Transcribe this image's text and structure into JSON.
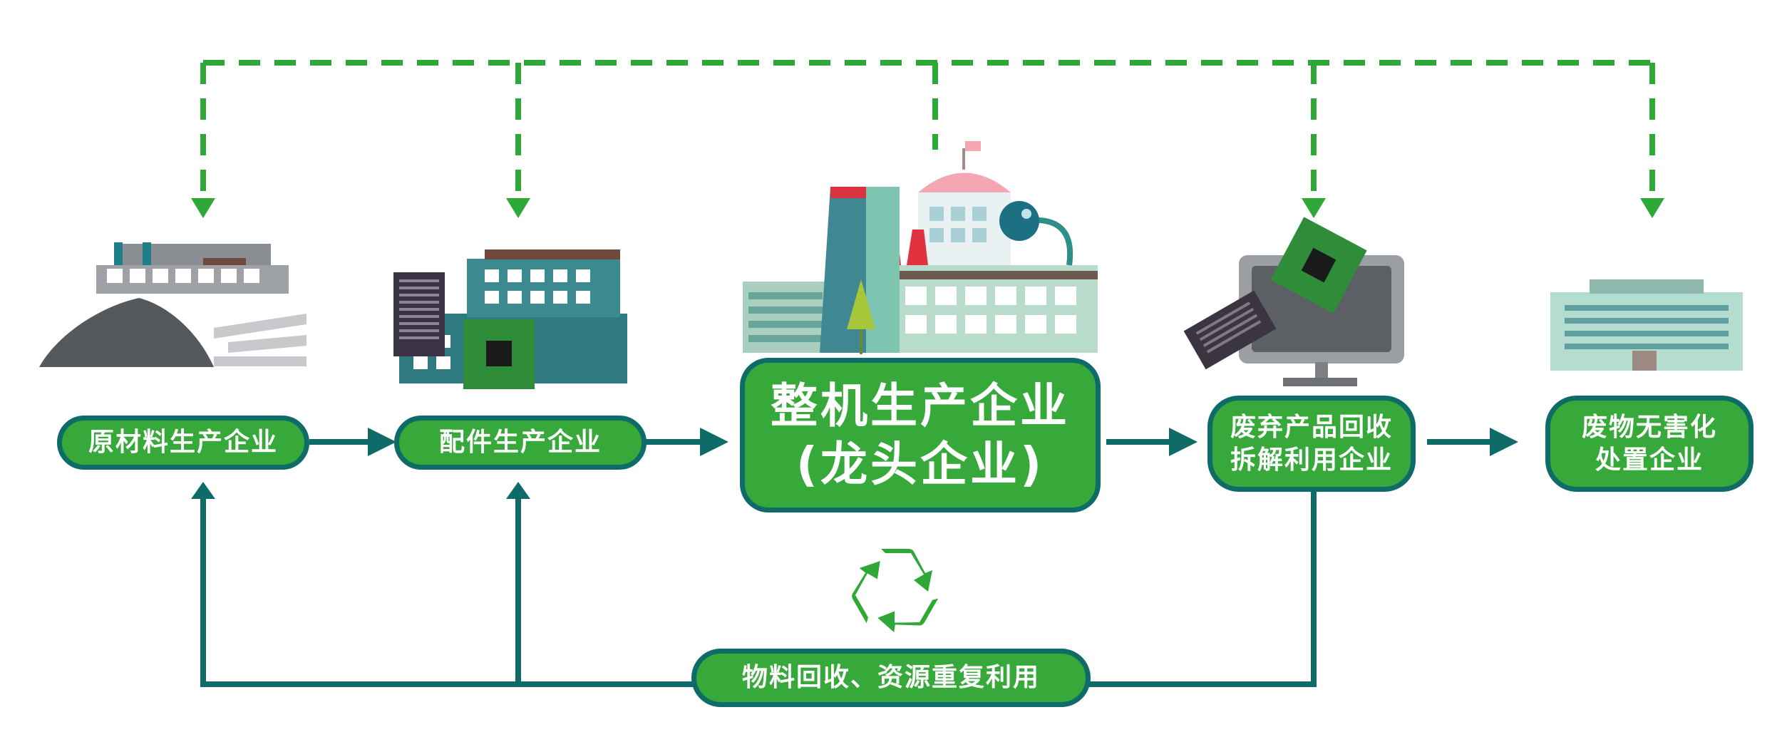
{
  "diagram": {
    "nodes": {
      "raw_material": {
        "label": "原材料生产企业"
      },
      "parts": {
        "label": "配件生产企业"
      },
      "oem": {
        "line1": "整机生产企业",
        "line2": "(龙头企业)"
      },
      "recycling": {
        "line1": "废弃产品回收",
        "line2": "拆解利用企业"
      },
      "disposal": {
        "line1": "废物无害化",
        "line2": "处置企业"
      },
      "material_recycle": {
        "label": "物料回收、资源重复利用"
      }
    },
    "icons": [
      "raw-material-factory-icon",
      "parts-factory-icon",
      "oem-factory-icon",
      "recycling-monitor-icon",
      "disposal-building-icon",
      "recycle-symbol-icon"
    ],
    "colors": {
      "node_fill": "#37a83a",
      "node_border": "#0e6b68",
      "solid_arrow": "#0e6b68",
      "dashed_arrow": "#2ea836"
    }
  }
}
